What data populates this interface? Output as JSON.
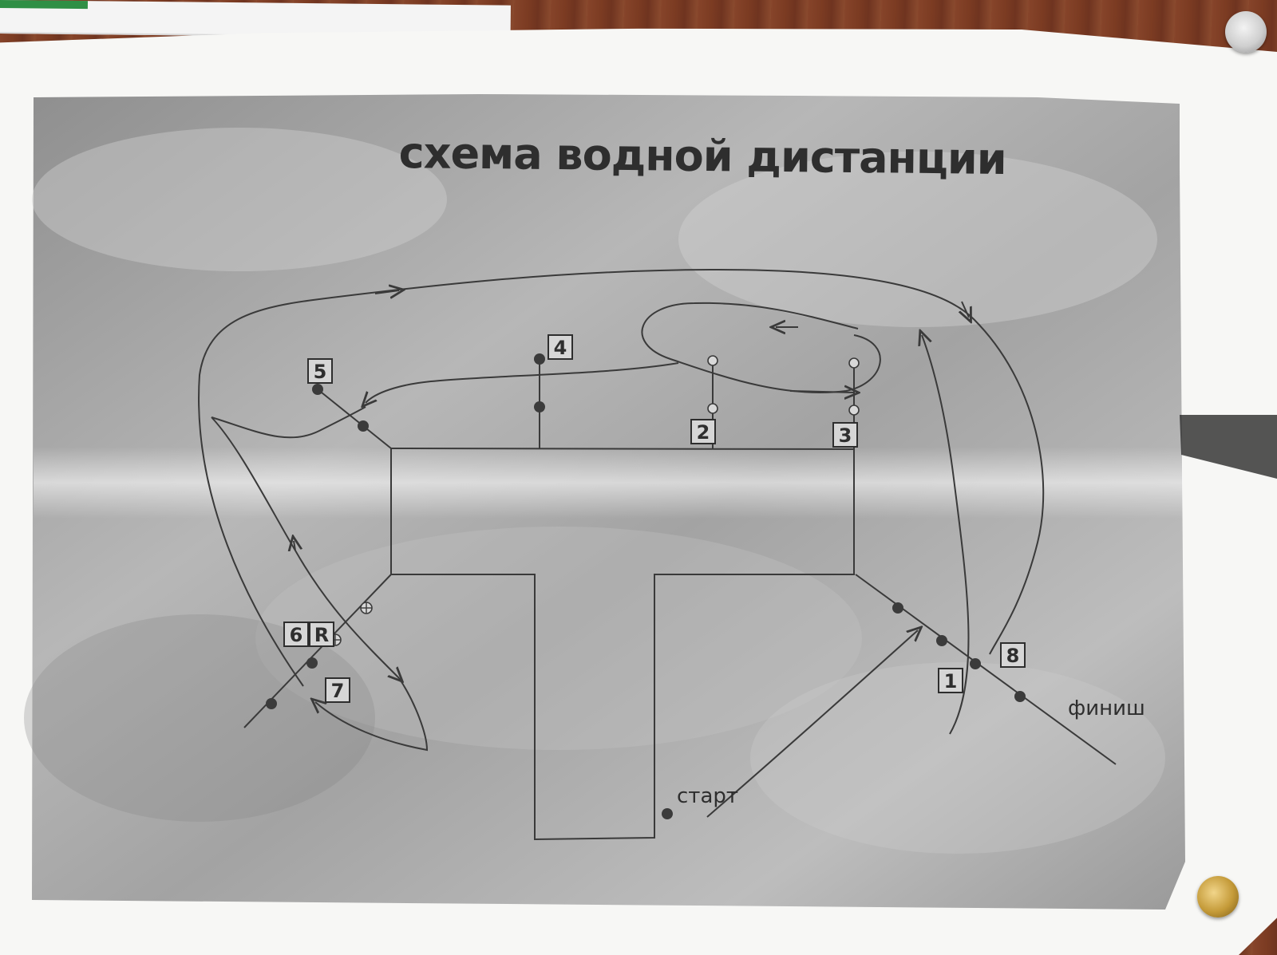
{
  "diagram": {
    "title": "схема водной дистанции",
    "start_label": "старт",
    "finish_label": "финиш",
    "gates": [
      {
        "id": "g1",
        "label": "1"
      },
      {
        "id": "g2",
        "label": "2"
      },
      {
        "id": "g3",
        "label": "3"
      },
      {
        "id": "g4",
        "label": "4"
      },
      {
        "id": "g5",
        "label": "5"
      },
      {
        "id": "g6",
        "label": "6"
      },
      {
        "id": "g6r",
        "label": "R"
      },
      {
        "id": "g7",
        "label": "7"
      },
      {
        "id": "g8",
        "label": "8"
      }
    ],
    "colors": {
      "line": "#3a3a3a",
      "buoy": "#3b3b3b",
      "label_box": "#d6d6d6"
    }
  }
}
